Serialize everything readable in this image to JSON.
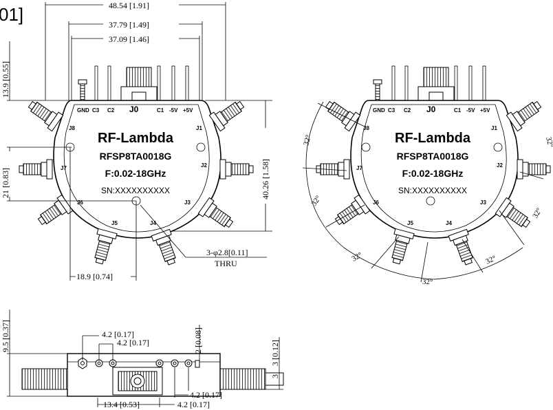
{
  "view_label_fragment": "01]",
  "device": {
    "brand": "RF-Lambda",
    "model": "RFSP8TA0018G",
    "frequency": "F:0.02-18GHz",
    "serial": "SN:XXXXXXXXXX"
  },
  "top_pins": {
    "gnd": "GND",
    "c3": "C3",
    "c2": "C2",
    "j0": "J0",
    "c1": "C1",
    "m5v": "-5V",
    "p5v": "+5V"
  },
  "ports": [
    "J1",
    "J2",
    "J3",
    "J4",
    "J5",
    "J6",
    "J7",
    "J8"
  ],
  "front_dimensions": {
    "overall_width": "48.54 [1.91]",
    "pin_span_outer": "37.79 [1.49]",
    "pin_span_inner": "37.09 [1.46]",
    "top_offset": "13.9 [0.55]",
    "hole_offset": "21 [0.83]",
    "body_height": "40.26 [1.58]",
    "hole_spacing": "18.9 [0.74]",
    "hole_callout": "3-φ2.8[0.11]",
    "hole_note": "THRU"
  },
  "angles": [
    "32°",
    "32°",
    "32°",
    "32°",
    "32°",
    "32°",
    "32°"
  ],
  "side_dimensions": {
    "height": "9.5 [0.37]",
    "pin_pitch_a": "4.2 [0.17]",
    "pin_pitch_b": "4.2 [0.17]",
    "pin_height": "2 [0.08]",
    "base_offset": "3 [0.12]",
    "center_span": "13.4 [0.53]",
    "pin_pitch_c": "4.2 [0.17]",
    "pin_pitch_d": "4.2 [0.17]"
  }
}
